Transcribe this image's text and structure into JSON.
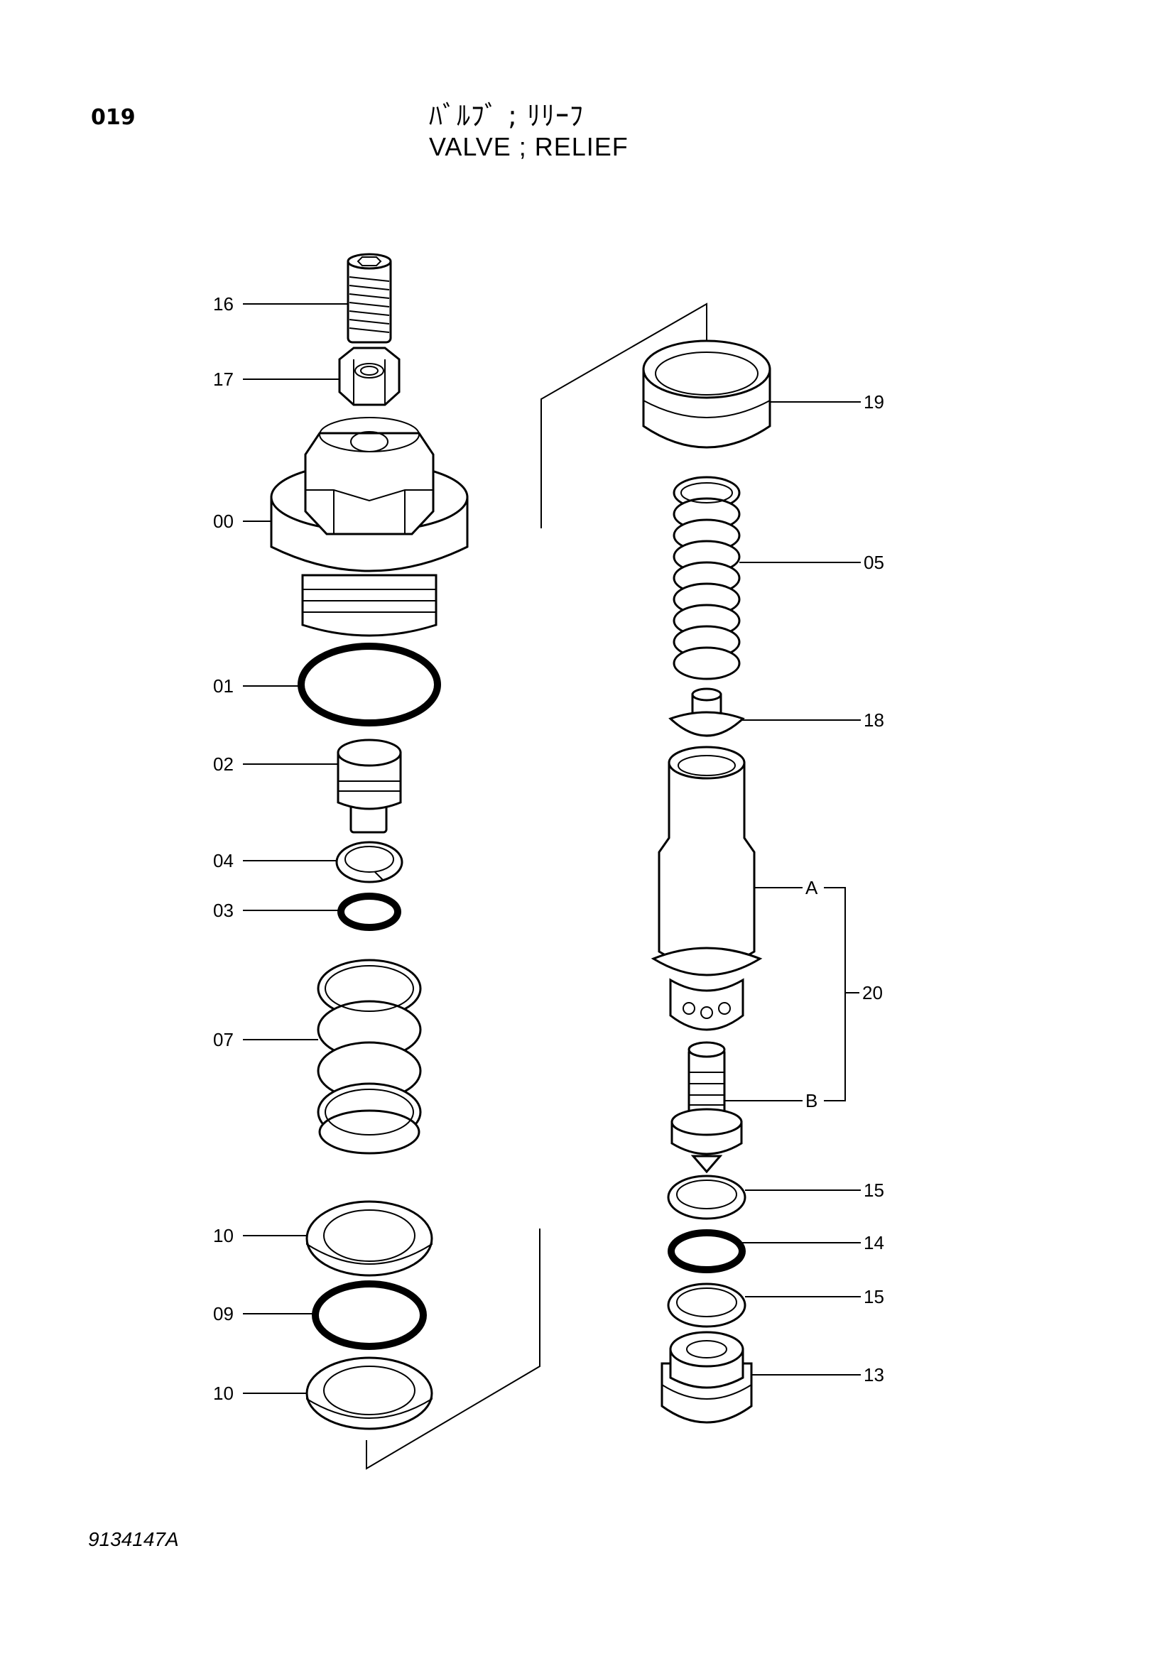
{
  "header": {
    "page_number": "019",
    "title_jp": "ﾊﾞﾙﾌﾞ ; ﾘﾘｰﾌ",
    "title_en": "VALVE ; RELIEF"
  },
  "footer": {
    "drawing_number": "9134147A"
  },
  "callouts": {
    "c16": "16",
    "c17": "17",
    "c00": "00",
    "c01": "01",
    "c02": "02",
    "c04": "04",
    "c03": "03",
    "c07": "07",
    "c10a": "10",
    "c09": "09",
    "c10b": "10",
    "c19": "19",
    "c05": "05",
    "c18": "18",
    "cA": "A",
    "c20": "20",
    "cB": "B",
    "c15a": "15",
    "c14": "14",
    "c15b": "15",
    "c13": "13"
  }
}
